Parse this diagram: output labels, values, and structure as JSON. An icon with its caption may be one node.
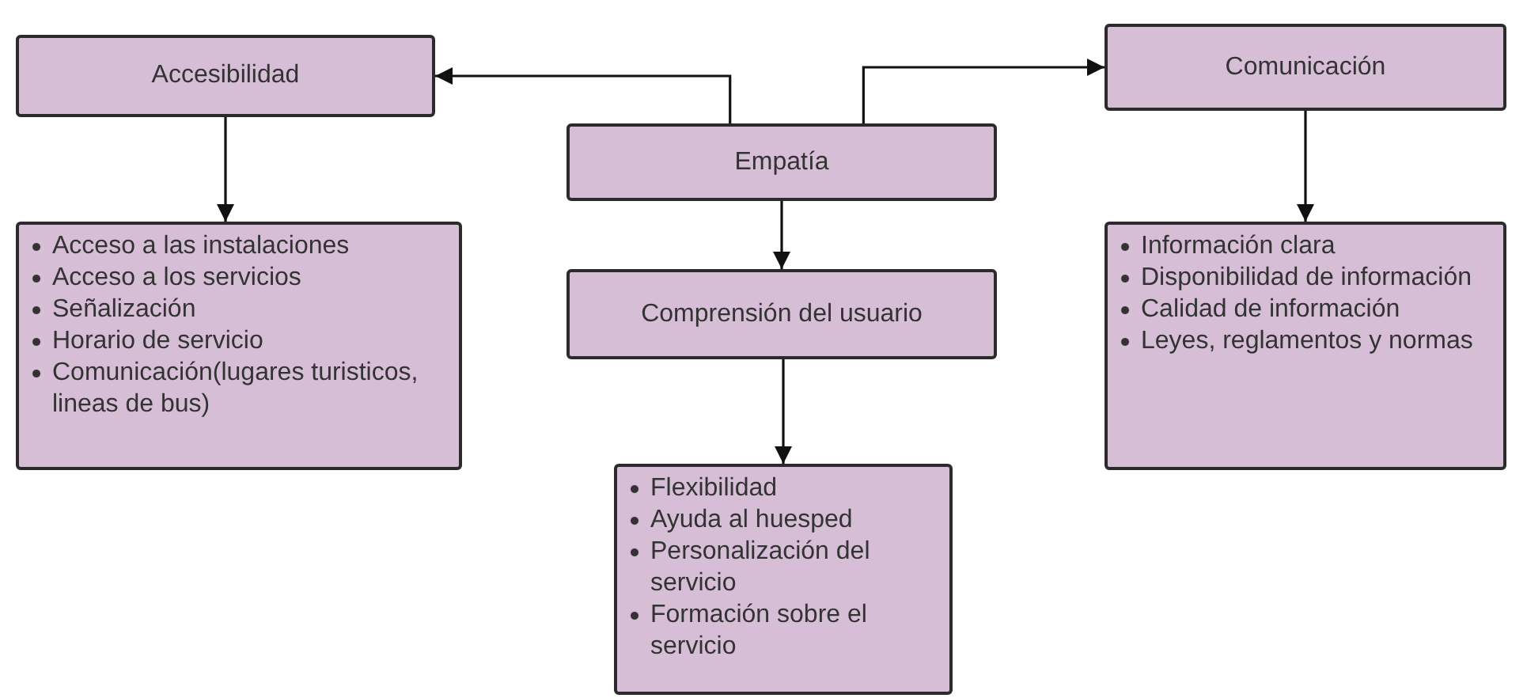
{
  "diagram": {
    "nodes": [
      {
        "text": [
          "Accesibilidad"
        ]
      },
      {
        "text": [
          "Empatía"
        ]
      },
      {
        "text": [
          "Comunicación"
        ]
      },
      {
        "text": [
          "Acceso a las instalaciones",
          "Acceso a los servicios",
          "Señalización",
          "Horario de servicio",
          "Comunicación(lugares turisticos, lineas de bus)"
        ]
      },
      {
        "text": [
          "Comprensión del usuario"
        ]
      },
      {
        "text": [
          "Información clara",
          "Disponibilidad de información",
          "Calidad de información",
          "Leyes, reglamentos y normas"
        ]
      },
      {
        "text": [
          "Flexibilidad",
          "Ayuda al huesped",
          "Personalización del servicio",
          "Formación sobre el servicio"
        ]
      }
    ],
    "edges": [
      {
        "from": 1,
        "to": 0,
        "arrow": "to"
      },
      {
        "from": 1,
        "to": 2,
        "arrow": "to"
      },
      {
        "from": 0,
        "to": 3,
        "arrow": "to"
      },
      {
        "from": 1,
        "to": 4,
        "arrow": "to"
      },
      {
        "from": 2,
        "to": 5,
        "arrow": "to"
      },
      {
        "from": 4,
        "to": 6,
        "arrow": "to"
      }
    ]
  }
}
